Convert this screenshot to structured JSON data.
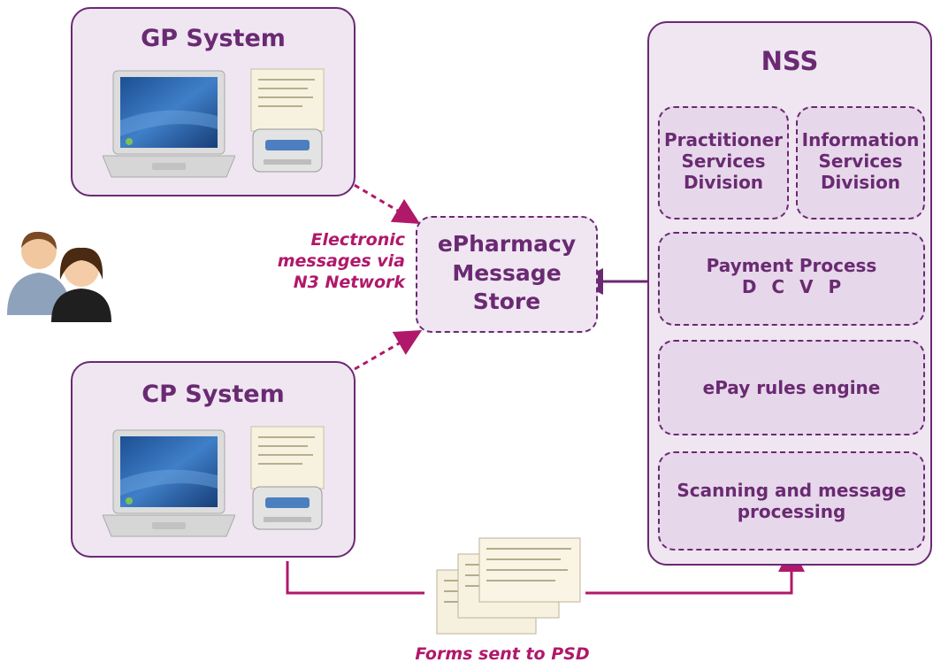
{
  "gp_system": {
    "title": "GP System"
  },
  "cp_system": {
    "title": "CP System"
  },
  "epharmacy": {
    "lines": [
      "ePharmacy",
      "Message",
      "Store"
    ]
  },
  "electronic_messages": {
    "lines": [
      "Electronic",
      "messages via",
      "N3 Network"
    ]
  },
  "nss": {
    "title": "NSS",
    "psd": {
      "lines": [
        "Practitioner",
        "Services",
        "Division"
      ]
    },
    "isd": {
      "lines": [
        "Information",
        "Services",
        "Division"
      ]
    },
    "payment": {
      "line1": "Payment Process",
      "line2": "D C V P"
    },
    "epay": {
      "label": "ePay rules engine"
    },
    "scanning": {
      "lines": [
        "Scanning and message",
        "processing"
      ]
    }
  },
  "forms_caption": "Forms sent to PSD",
  "colors": {
    "purple": "#6a2a72",
    "magenta": "#b0186a",
    "box_fill": "#efe6f2",
    "inner_fill": "#e6d8ea"
  },
  "icons": [
    "laptop-icon",
    "printer-icon",
    "prescription-form-icon",
    "users-icon",
    "forms-stack-icon"
  ]
}
